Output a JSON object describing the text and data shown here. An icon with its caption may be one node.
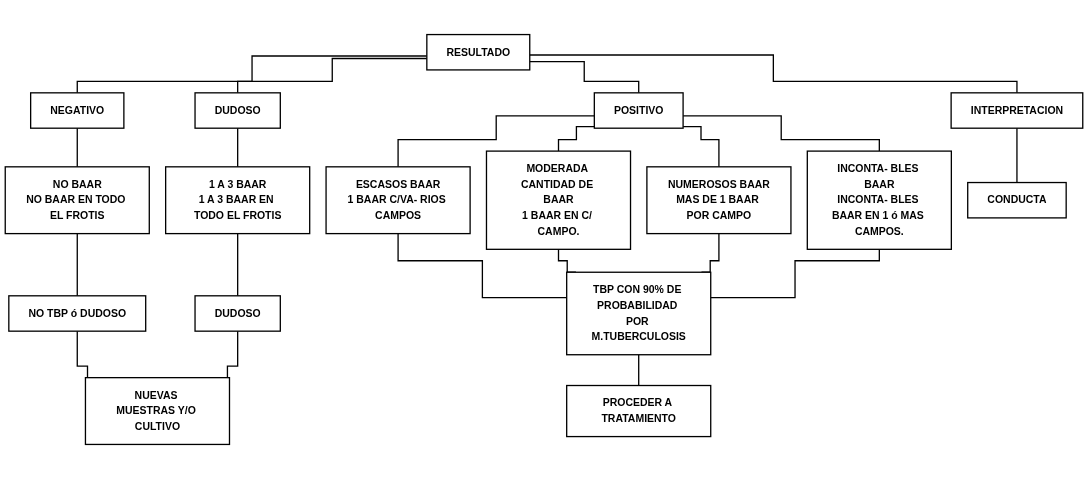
{
  "diagram": {
    "nodes": [
      {
        "text": [
          "RESULTADO"
        ]
      },
      {
        "text": [
          "INTERPRETACION"
        ]
      },
      {
        "text": [
          "NEGATIVO"
        ]
      },
      {
        "text": [
          "DUDOSO"
        ]
      },
      {
        "text": [
          "POSITIVO"
        ]
      },
      {
        "text": [
          "NO BAAR",
          "NO BAAR EN TODO EL FROTIS"
        ]
      },
      {
        "text": [
          "1 A 3 BAAR",
          "1 A 3 BAAR EN TODO EL FROTIS"
        ]
      },
      {
        "text": [
          "ESCASOS BAAR",
          "1 BAAR C/VA- RIOS CAMPOS"
        ]
      },
      {
        "text": [
          "MODERADA CANTIDAD DE BAAR",
          "1 BAAR EN C/ CAMPO."
        ]
      },
      {
        "text": [
          "NUMEROSOS BAAR",
          "MAS DE 1 BAAR POR CAMPO"
        ]
      },
      {
        "text": [
          "INCONTA- BLES BAAR",
          "INCONTA- BLES BAAR EN 1 ó MAS CAMPOS."
        ]
      },
      {
        "text": [
          "CONDUCTA"
        ]
      },
      {
        "text": [
          "NO TBP ó DUDOSO"
        ]
      },
      {
        "text": [
          "DUDOSO"
        ]
      },
      {
        "text": [
          "TBP CON 90% DE PROBABILIDAD POR M.TUBERCULOSIS"
        ]
      },
      {
        "text": [
          "NUEVAS MUESTRAS Y/O CULTIVO"
        ]
      },
      {
        "text": [
          "PROCEDER A TRATAMIENTO"
        ]
      }
    ],
    "edges": [
      {
        "from": 0,
        "to": 1,
        "arrow": "none"
      },
      {
        "from": 0,
        "to": 2,
        "arrow": "none"
      },
      {
        "from": 0,
        "to": 3,
        "arrow": "none"
      },
      {
        "from": 0,
        "to": 4,
        "arrow": "none"
      },
      {
        "from": 2,
        "to": 5,
        "arrow": "none"
      },
      {
        "from": 3,
        "to": 6,
        "arrow": "none"
      },
      {
        "from": 4,
        "to": 7,
        "arrow": "none"
      },
      {
        "from": 4,
        "to": 8,
        "arrow": "none"
      },
      {
        "from": 4,
        "to": 9,
        "arrow": "none"
      },
      {
        "from": 4,
        "to": 10,
        "arrow": "none"
      },
      {
        "from": 1,
        "to": 11,
        "arrow": "none"
      },
      {
        "from": 5,
        "to": 12,
        "arrow": "none"
      },
      {
        "from": 6,
        "to": 13,
        "arrow": "none"
      },
      {
        "from": 7,
        "to": 14,
        "arrow": "none"
      },
      {
        "from": 8,
        "to": 14,
        "arrow": "none"
      },
      {
        "from": 9,
        "to": 14,
        "arrow": "none"
      },
      {
        "from": 10,
        "to": 14,
        "arrow": "none"
      },
      {
        "from": 12,
        "to": 15,
        "arrow": "none"
      },
      {
        "from": 13,
        "to": 15,
        "arrow": "none"
      },
      {
        "from": 14,
        "to": 16,
        "arrow": "none"
      }
    ]
  }
}
